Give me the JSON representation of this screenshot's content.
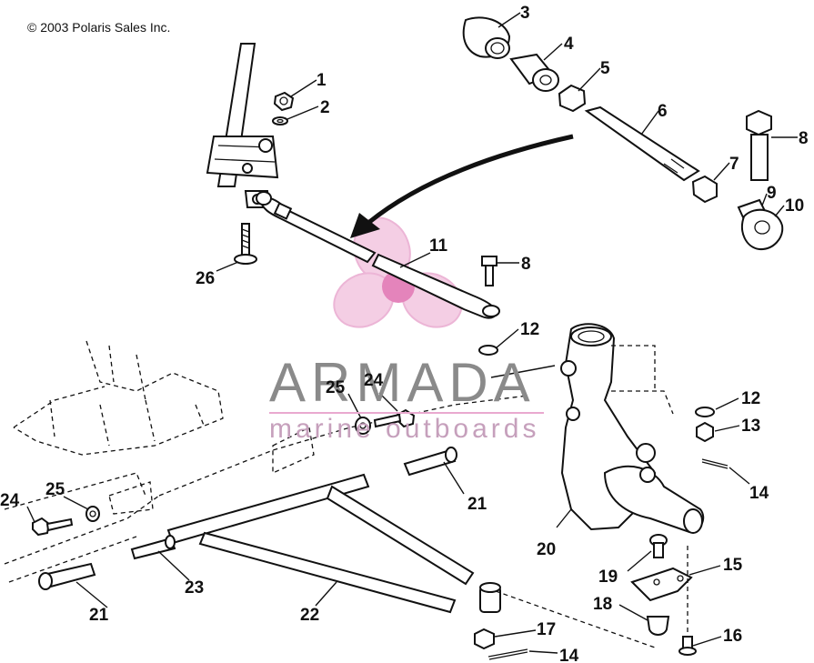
{
  "copyright": "© 2003 Polaris Sales Inc.",
  "watermark": {
    "title": "ARMADA",
    "subtitle": "marine outboards",
    "brand_color": "#e9a9cf",
    "text_color": "#8a8a8a"
  },
  "callouts": [
    "1",
    "2",
    "3",
    "4",
    "5",
    "6",
    "7",
    "8",
    "8",
    "9",
    "10",
    "11",
    "12",
    "12",
    "13",
    "14",
    "14",
    "15",
    "16",
    "17",
    "18",
    "19",
    "20",
    "21",
    "21",
    "22",
    "23",
    "24",
    "24",
    "25",
    "25",
    "26"
  ]
}
